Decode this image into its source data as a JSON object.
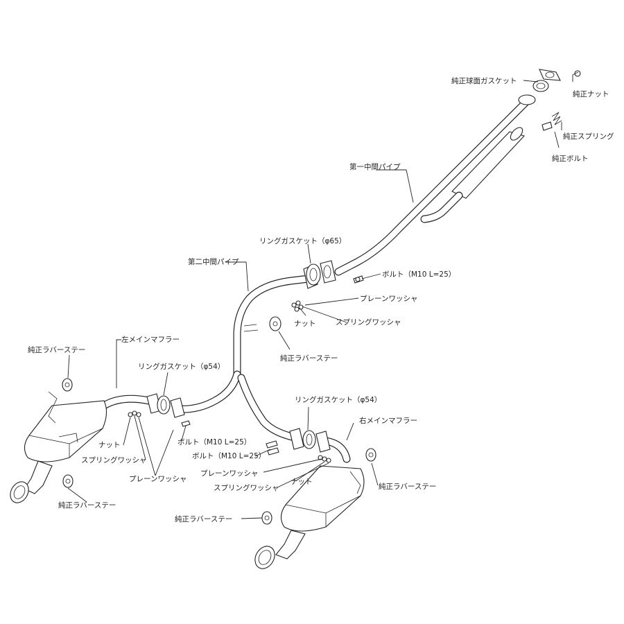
{
  "labels": {
    "oem_spherical_gasket": "純正球面ガスケット",
    "oem_nut_top": "純正ナット",
    "oem_spring": "純正スプリング",
    "oem_bolt": "純正ボルト",
    "first_mid_pipe": "第一中間パイプ",
    "ring_gasket_65": "リングガスケット（φ65）",
    "bolt_m10_top": "ボルト（M10 L=25）",
    "plain_washer_top": "プレーンワッシャ",
    "nut_top": "ナット",
    "spring_washer_top": "スプリングワッシャ",
    "second_mid_pipe": "第二中間パイプ",
    "rubber_stay_center": "純正ラバーステー",
    "left_main_muffler": "左メインマフラー",
    "rubber_stay_left_top": "純正ラバーステー",
    "ring_gasket_54_left": "リングガスケット（φ54）",
    "nut_left": "ナット",
    "spring_washer_left": "スプリングワッシャ",
    "plain_washer_left": "プレーンワッシャ",
    "bolt_m10_left": "ボルト（M10 L=25）",
    "rubber_stay_left_bottom": "純正ラバーステー",
    "ring_gasket_54_right": "リングガスケット（φ54）",
    "right_main_muffler": "右メインマフラー",
    "bolt_m10_right": "ボルト（M10 L=25）",
    "plain_washer_right": "プレーンワッシャ",
    "nut_right": "ナット",
    "spring_washer_right": "スプリングワッシャ",
    "rubber_stay_right_top": "純正ラバーステー",
    "rubber_stay_right_bottom": "純正ラバーステー"
  },
  "colors": {
    "line": "#222222",
    "background": "#ffffff"
  }
}
